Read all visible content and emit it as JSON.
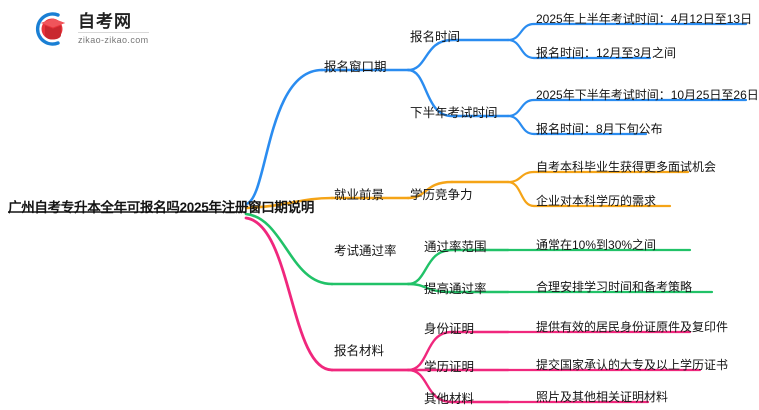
{
  "brand": {
    "logo_icon": "graduation-cap-logo-icon",
    "name_cn": "自考网",
    "domain": "zikao-zikao.com",
    "arc_color": "#1a7fd4",
    "cap_color": "#e8333a"
  },
  "mindmap": {
    "root": {
      "label": "广州自考专升本全年可报名吗2025年注册窗口期说明"
    },
    "branches": [
      {
        "label": "报名窗口期",
        "color": "#2a8cf0",
        "children": [
          {
            "label": "报名时间",
            "leaves": [
              "2025年上半年考试时间：4月12日至13日",
              "报名时间：12月至3月之间"
            ]
          },
          {
            "label": "下半年考试时间",
            "leaves": [
              "2025年下半年考试时间：10月25日至26日",
              "报名时间：8月下旬公布"
            ]
          }
        ]
      },
      {
        "label": "就业前景",
        "color": "#f5a417",
        "children": [
          {
            "label": "学历竞争力",
            "leaves": [
              "自考本科毕业生获得更多面试机会",
              "企业对本科学历的需求"
            ]
          }
        ]
      },
      {
        "label": "考试通过率",
        "color": "#21c268",
        "children": [
          {
            "label": "通过率范围",
            "leaves": [
              "通常在10%到30%之间"
            ]
          },
          {
            "label": "提高通过率",
            "leaves": [
              "合理安排学习时间和备考策略"
            ]
          }
        ]
      },
      {
        "label": "报名材料",
        "color": "#f0277d",
        "children": [
          {
            "label": "身份证明",
            "leaves": [
              "提供有效的居民身份证原件及复印件"
            ]
          },
          {
            "label": "学历证明",
            "leaves": [
              "提交国家承认的大专及以上学历证书"
            ]
          },
          {
            "label": "其他材料",
            "leaves": [
              "照片及其他相关证明材料"
            ]
          }
        ]
      }
    ]
  }
}
